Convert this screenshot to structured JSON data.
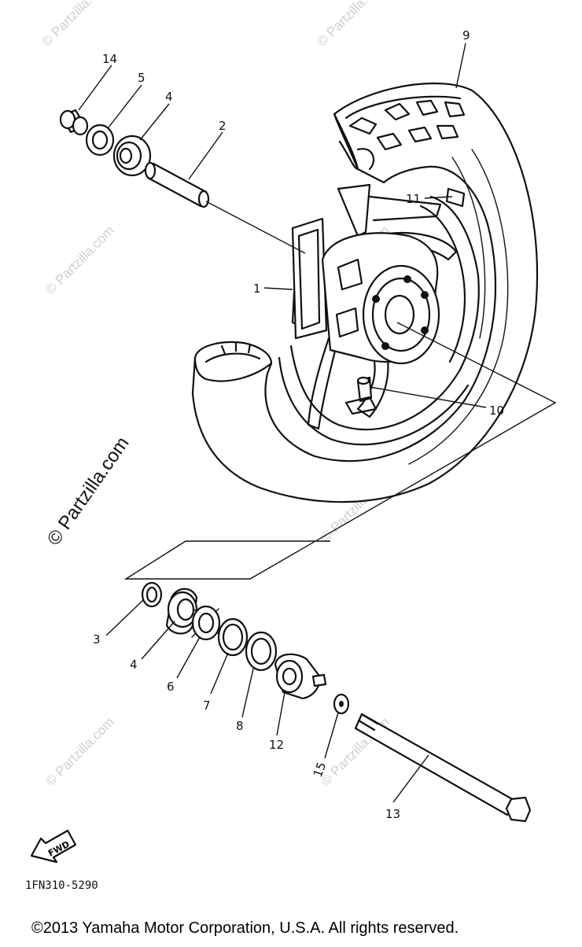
{
  "watermark": {
    "site": "© Partzilla.com",
    "repeat": "© Partzilla.com"
  },
  "parts": {
    "p1": "1",
    "p2": "2",
    "p3": "3",
    "p4a": "4",
    "p4b": "4",
    "p5": "5",
    "p6": "6",
    "p7": "7",
    "p8": "8",
    "p9": "9",
    "p10": "10",
    "p11": "11",
    "p12": "12",
    "p13": "13",
    "p14": "14",
    "p15": "15"
  },
  "fwd_label": "FWD",
  "diagram_code": "1FN310-5290",
  "copyright": "©2013  Yamaha Motor Corporation, U.S.A. All rights reserved."
}
